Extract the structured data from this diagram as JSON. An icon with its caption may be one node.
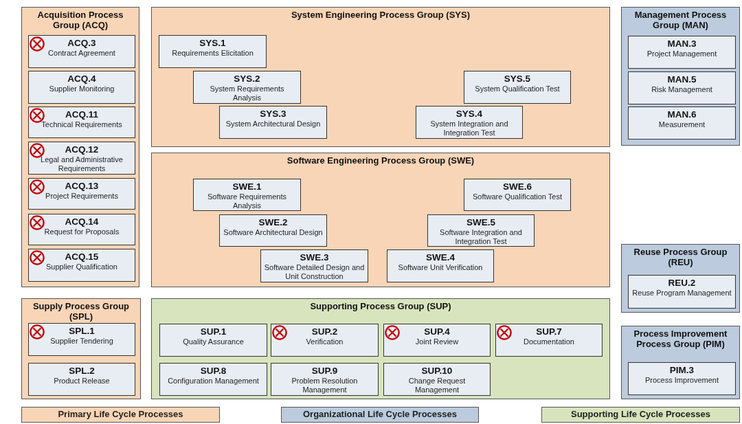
{
  "diagram": {
    "nodes": [
      {
        "text": [
          "Acquisition Process Group (ACQ)"
        ]
      },
      {
        "in": 0,
        "text": [
          "ACQ.3",
          "Contract Agreement"
        ]
      },
      {
        "in": 0,
        "text": [
          "ACQ.4",
          "Supplier Monitoring"
        ]
      },
      {
        "in": 0,
        "text": [
          "ACQ.11",
          "Technical Requirements"
        ]
      },
      {
        "in": 0,
        "text": [
          "ACQ.12",
          "Legal and Administrative Requirements"
        ]
      },
      {
        "in": 0,
        "text": [
          "ACQ.13",
          "Project Requirements"
        ]
      },
      {
        "in": 0,
        "text": [
          "ACQ.14",
          "Request for Proposals"
        ]
      },
      {
        "in": 0,
        "text": [
          "ACQ.15",
          "Supplier Qualification"
        ]
      },
      {
        "text": [
          "System Engineering Process Group (SYS)"
        ]
      },
      {
        "in": 8,
        "text": [
          "SYS.1",
          "Requirements Elicitation"
        ]
      },
      {
        "in": 8,
        "text": [
          "SYS.2",
          "System Requirements Analysis"
        ]
      },
      {
        "in": 8,
        "text": [
          "SYS.5",
          "System Qualification Test"
        ]
      },
      {
        "in": 8,
        "text": [
          "SYS.3",
          "System Architectural Design"
        ]
      },
      {
        "in": 8,
        "text": [
          "SYS.4",
          "System Integration and Integration Test"
        ]
      },
      {
        "text": [
          "Management Process Group (MAN)"
        ]
      },
      {
        "in": 14,
        "text": [
          "MAN.3",
          "Project Management"
        ]
      },
      {
        "in": 14,
        "text": [
          "MAN.5",
          "Risk Management"
        ]
      },
      {
        "in": 14,
        "text": [
          "MAN.6",
          "Measurement"
        ]
      },
      {
        "text": [
          "Software Engineering Process Group (SWE)"
        ]
      },
      {
        "in": 18,
        "text": [
          "SWE.1",
          "Software Requirements Analysis"
        ]
      },
      {
        "in": 18,
        "text": [
          "SWE.6",
          "Software Qualification Test"
        ]
      },
      {
        "in": 18,
        "text": [
          "SWE.2",
          "Software Architectural Design"
        ]
      },
      {
        "in": 18,
        "text": [
          "SWE.5",
          "Software Integration and Integration Test"
        ]
      },
      {
        "in": 18,
        "text": [
          "SWE.3",
          "Software Detailed Design and Unit Construction"
        ]
      },
      {
        "in": 18,
        "text": [
          "SWE.4",
          "Software Unit Verification"
        ]
      },
      {
        "text": [
          "Reuse Process Group (REU)"
        ]
      },
      {
        "in": 25,
        "text": [
          "REU.2",
          "Reuse Program Management"
        ]
      },
      {
        "text": [
          "Supply Process Group (SPL)"
        ]
      },
      {
        "in": 27,
        "text": [
          "SPL.1",
          "Supplier Tendering"
        ]
      },
      {
        "in": 27,
        "text": [
          "SPL.2",
          "Product Release"
        ]
      },
      {
        "text": [
          "Supporting Process Group (SUP)"
        ]
      },
      {
        "in": 30,
        "text": [
          "SUP.1",
          "Quality Assurance"
        ]
      },
      {
        "in": 30,
        "text": [
          "SUP.2",
          "Verification"
        ]
      },
      {
        "in": 30,
        "text": [
          "SUP.4",
          "Joint Review"
        ]
      },
      {
        "in": 30,
        "text": [
          "SUP.7",
          "Documentation"
        ]
      },
      {
        "in": 30,
        "text": [
          "SUP.8",
          "Configuration Management"
        ]
      },
      {
        "in": 30,
        "text": [
          "SUP.9",
          "Problem Resolution Management"
        ]
      },
      {
        "in": 30,
        "text": [
          "SUP.10",
          "Change Request Management"
        ]
      },
      {
        "text": [
          "Process Improvement Process Group (PIM)"
        ]
      },
      {
        "in": 38,
        "text": [
          "PIM.3",
          "Process Improvement"
        ]
      }
    ],
    "legend": [
      {
        "text": "Primary Life Cycle Processes",
        "color": "#f9d5b7"
      },
      {
        "text": "Organizational Life Cycle Processes",
        "color": "#bccbdd"
      },
      {
        "text": "Supporting Life Cycle Processes",
        "color": "#d8e4bd"
      }
    ]
  }
}
